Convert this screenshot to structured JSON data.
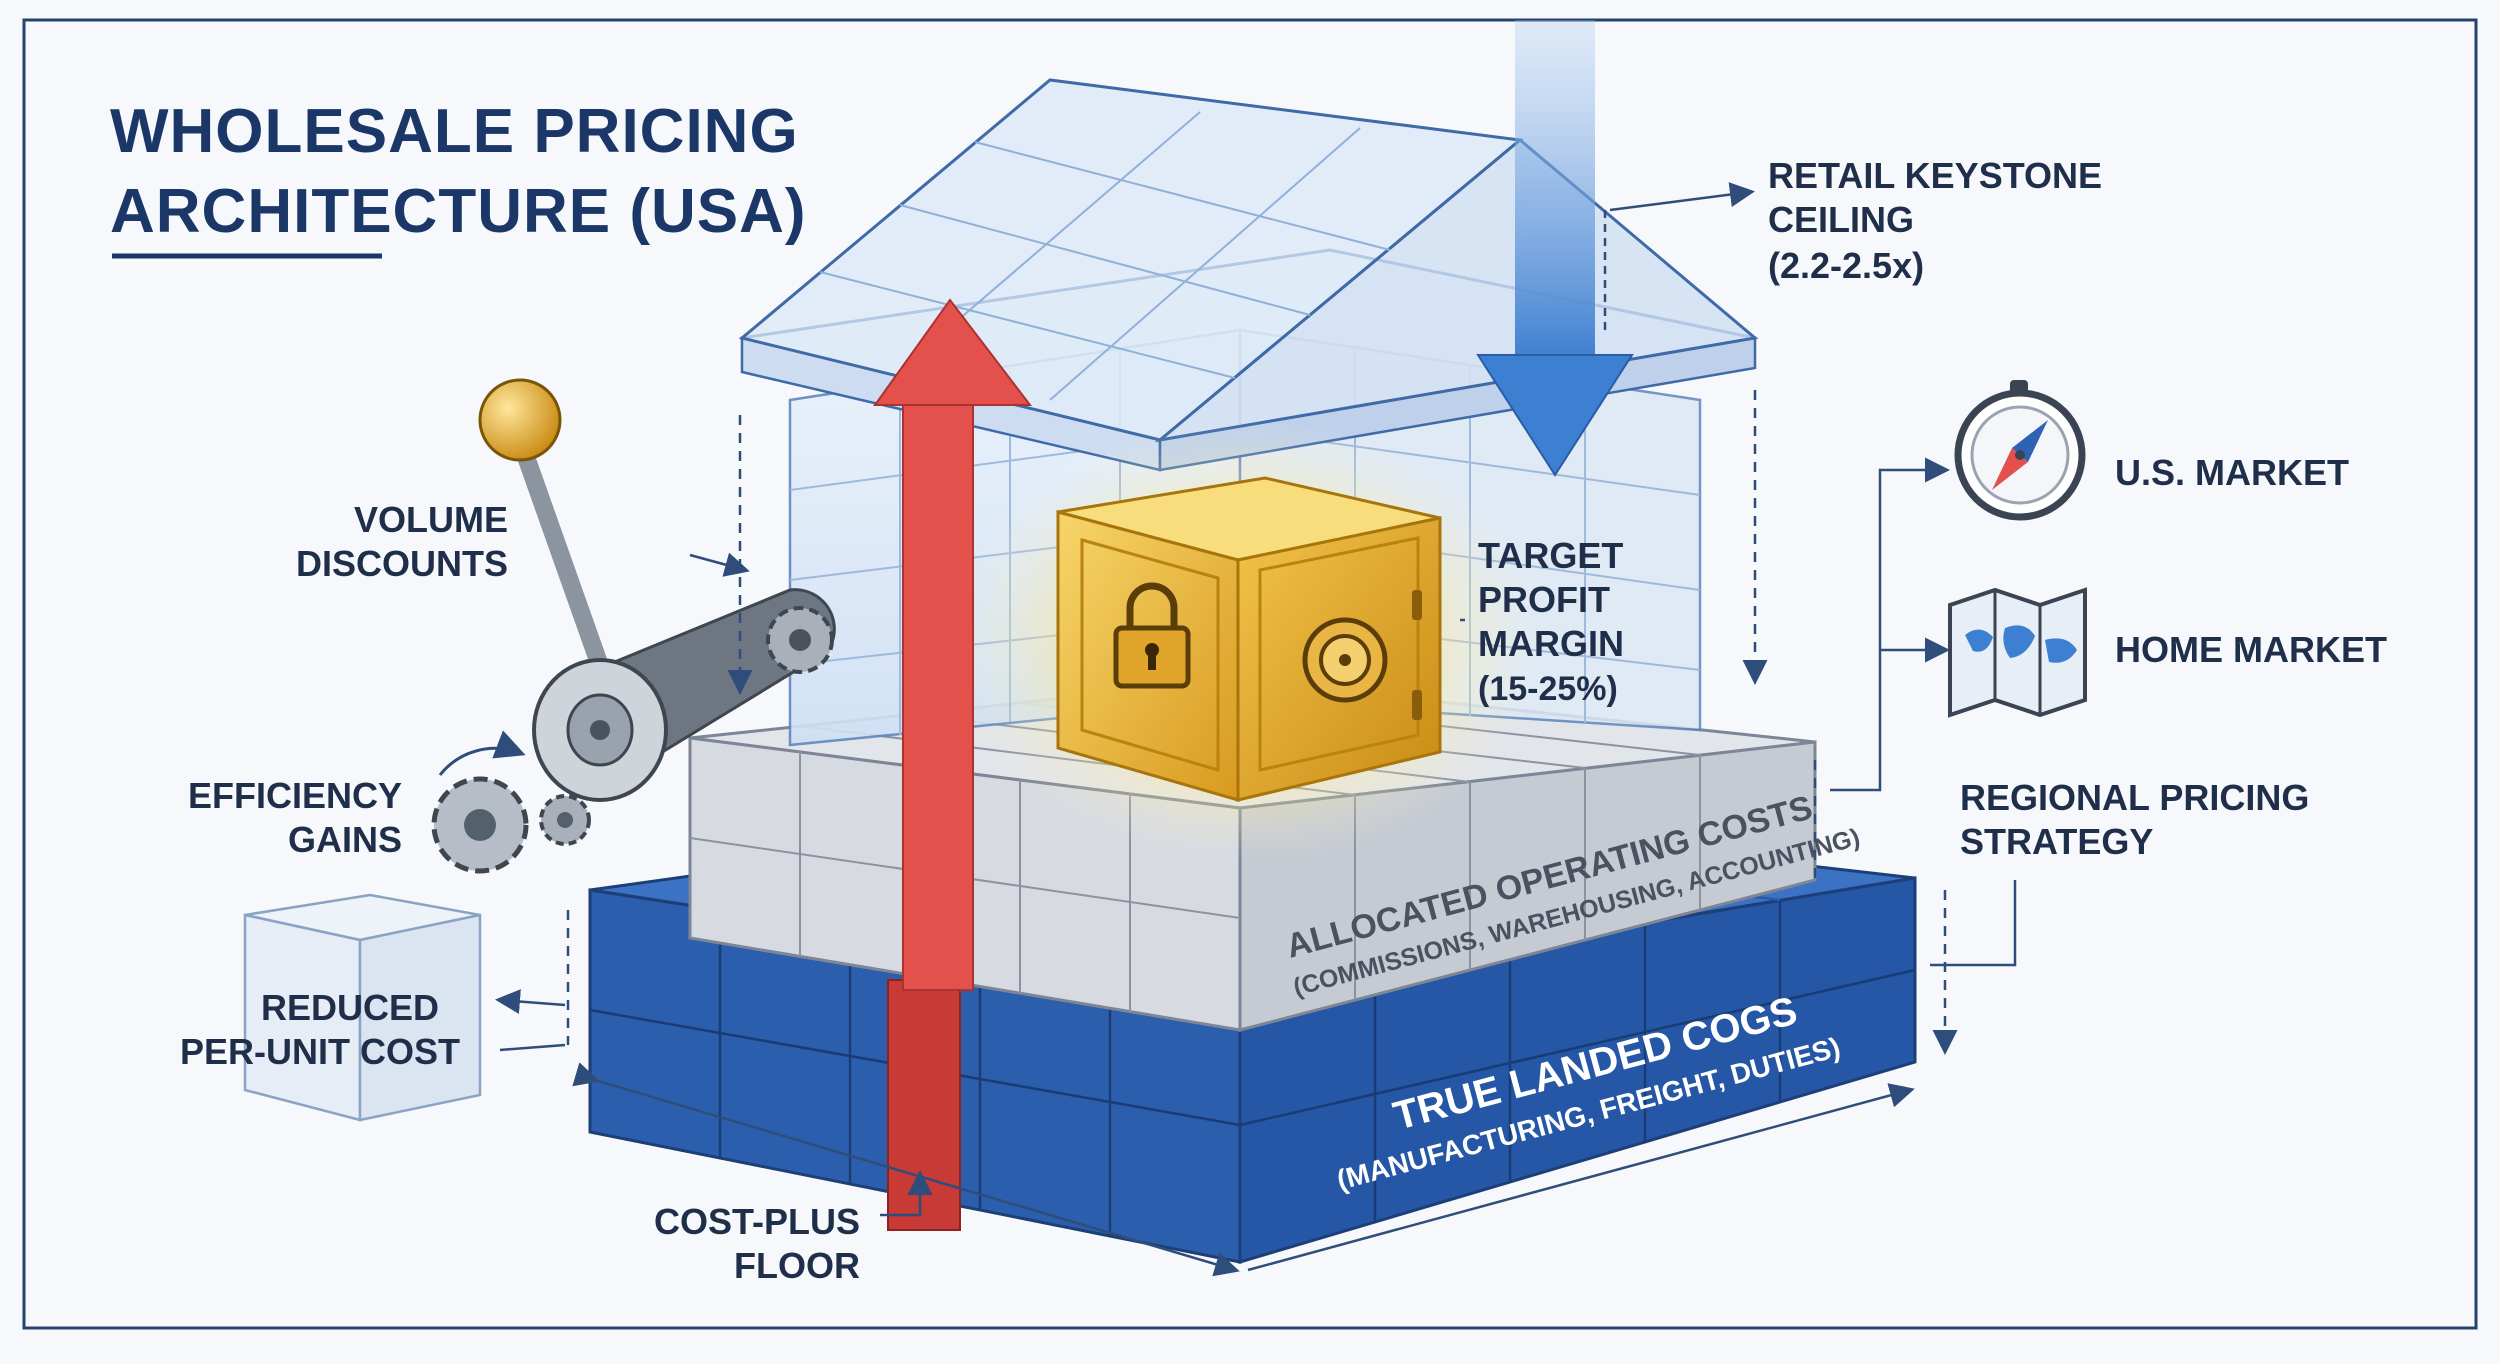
{
  "title": {
    "line1": "WHOLESALE PRICING",
    "line2": "ARCHITECTURE (USA)"
  },
  "roof": {
    "label_line1": "RETAIL KEYSTONE",
    "label_line2": "CEILING",
    "label_line3": "(2.2-2.5x)"
  },
  "safe": {
    "label_line1": "TARGET",
    "label_line2": "PROFIT",
    "label_line3": "MARGIN",
    "label_line4": "(15-25%)"
  },
  "operating_layer": {
    "title": "ALLOCATED OPERATING COSTS",
    "subtitle": "(COMMISSIONS, WAREHOUSING, ACCOUNTING)"
  },
  "foundation": {
    "title": "TRUE LANDED COGS",
    "subtitle": "(MANUFACTURING, FREIGHT, DUTIES)"
  },
  "floor": {
    "label_line1": "COST-PLUS",
    "label_line2": "FLOOR"
  },
  "levers": {
    "volume_line1": "VOLUME",
    "volume_line2": "DISCOUNTS",
    "efficiency_line1": "EFFICIENCY",
    "efficiency_line2": "GAINS",
    "reduced_line1": "REDUCED",
    "reduced_line2": "PER-UNIT COST"
  },
  "regional": {
    "us_market": "U.S. MARKET",
    "home_market": "HOME MARKET",
    "strategy_line1": "REGIONAL PRICING",
    "strategy_line2": "STRATEGY"
  },
  "icons": {
    "lock": "padlock-icon",
    "dial": "combination-dial-icon",
    "compass": "compass-icon",
    "map": "world-map-icon",
    "lever": "lever-icon",
    "gears": "gear-icon"
  },
  "colors": {
    "title": "#1a3768",
    "foundation_blue": "#2d62b5",
    "operating_gray": "#cfd3d9",
    "glass_blue": "#dce8f6",
    "arrow_red": "#e4504c",
    "arrow_blue": "#3d7fd0",
    "safe_gold": "#e7b53a"
  }
}
